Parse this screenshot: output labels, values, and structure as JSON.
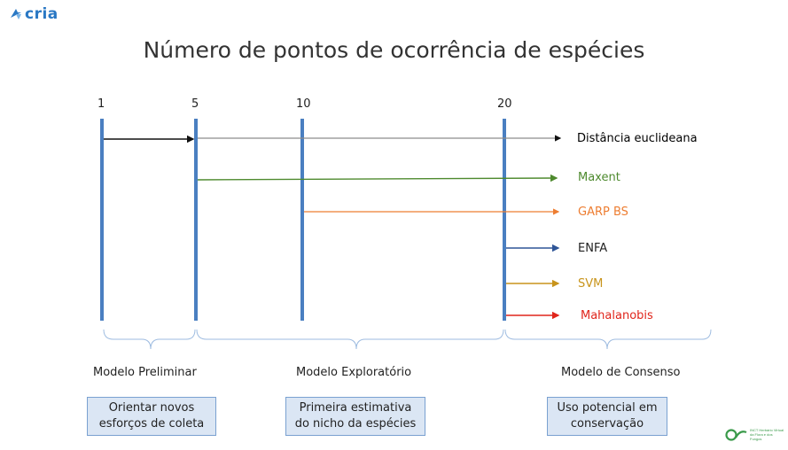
{
  "logo": {
    "text": "cria",
    "color": "#2a78c4"
  },
  "title": "Número de pontos de ocorrência de espécies",
  "ticks": [
    "1",
    "5",
    "10",
    "20"
  ],
  "methods": [
    {
      "label": "Distância euclideana",
      "color": "#111111"
    },
    {
      "label": "Maxent",
      "color": "#4e8a2e"
    },
    {
      "label": "GARP BS",
      "color": "#ed7d31"
    },
    {
      "label": "ENFA",
      "color": "#222222"
    },
    {
      "label": "SVM",
      "color": "#c8941b"
    },
    {
      "label": "Mahalanobis",
      "color": "#e0251b"
    }
  ],
  "groups": [
    {
      "label": "Modelo Preliminar",
      "note": "Orientar novos\nesforços de coleta"
    },
    {
      "label": "Modelo Exploratório",
      "note": "Primeira estimativa\ndo nicho da espécies"
    },
    {
      "label": "Modelo de Consenso",
      "note": "Uso potencial em\nconservação"
    }
  ],
  "footer_logo": {
    "text": "INCT Herbário Virtual da Flora e dos Fungos"
  }
}
